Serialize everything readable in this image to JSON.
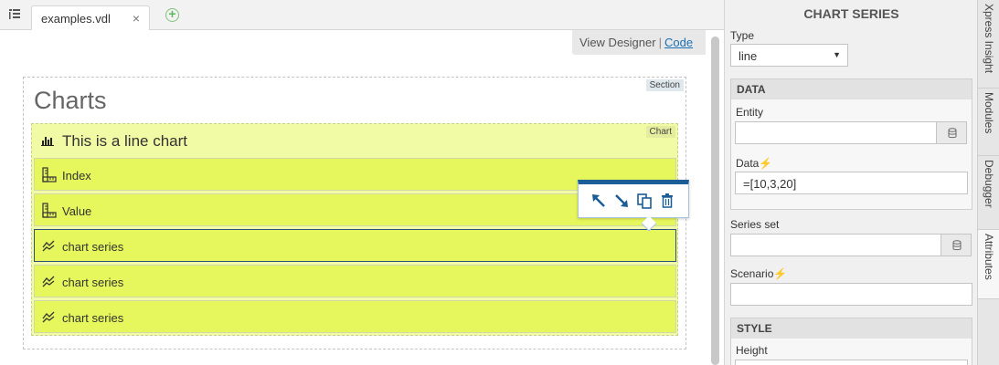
{
  "tabs": [
    {
      "label": "examples.vdl",
      "close": "×"
    }
  ],
  "add_tab": "+",
  "view_switch": {
    "designer": "View Designer",
    "separator": "|",
    "code": "Code"
  },
  "section": {
    "tag": "Section",
    "title": "Charts"
  },
  "chart": {
    "tag": "Chart",
    "title": "This is a line chart",
    "rows": [
      {
        "label": "Index",
        "icon": "ruler-icon"
      },
      {
        "label": "Value",
        "icon": "ruler-icon"
      },
      {
        "label": "chart series",
        "icon": "line-series-icon",
        "selected": true
      },
      {
        "label": "chart series",
        "icon": "line-series-icon"
      },
      {
        "label": "chart series",
        "icon": "line-series-icon"
      }
    ]
  },
  "float_toolbar": [
    "move-up-icon",
    "move-down-icon",
    "copy-icon",
    "delete-icon"
  ],
  "panel": {
    "header": "CHART SERIES",
    "type_label": "Type",
    "type_value": "line",
    "data_group": {
      "title": "DATA",
      "entity_label": "Entity",
      "entity_value": "",
      "data_label": "Data",
      "data_value": "=[10,3,20]"
    },
    "series_set_label": "Series set",
    "series_set_value": "",
    "scenario_label": "Scenario",
    "scenario_value": "",
    "style_group": {
      "title": "STYLE",
      "height_label": "Height"
    }
  },
  "side_tabs": [
    "Xpress Insight",
    "Modules",
    "Debugger",
    "Attributes"
  ],
  "colors": {
    "row_fill": "#e5f75c",
    "chart_fill": "#f1fba5",
    "toolbar_accent": "#1b5d96",
    "bolt": "#f0a000"
  }
}
